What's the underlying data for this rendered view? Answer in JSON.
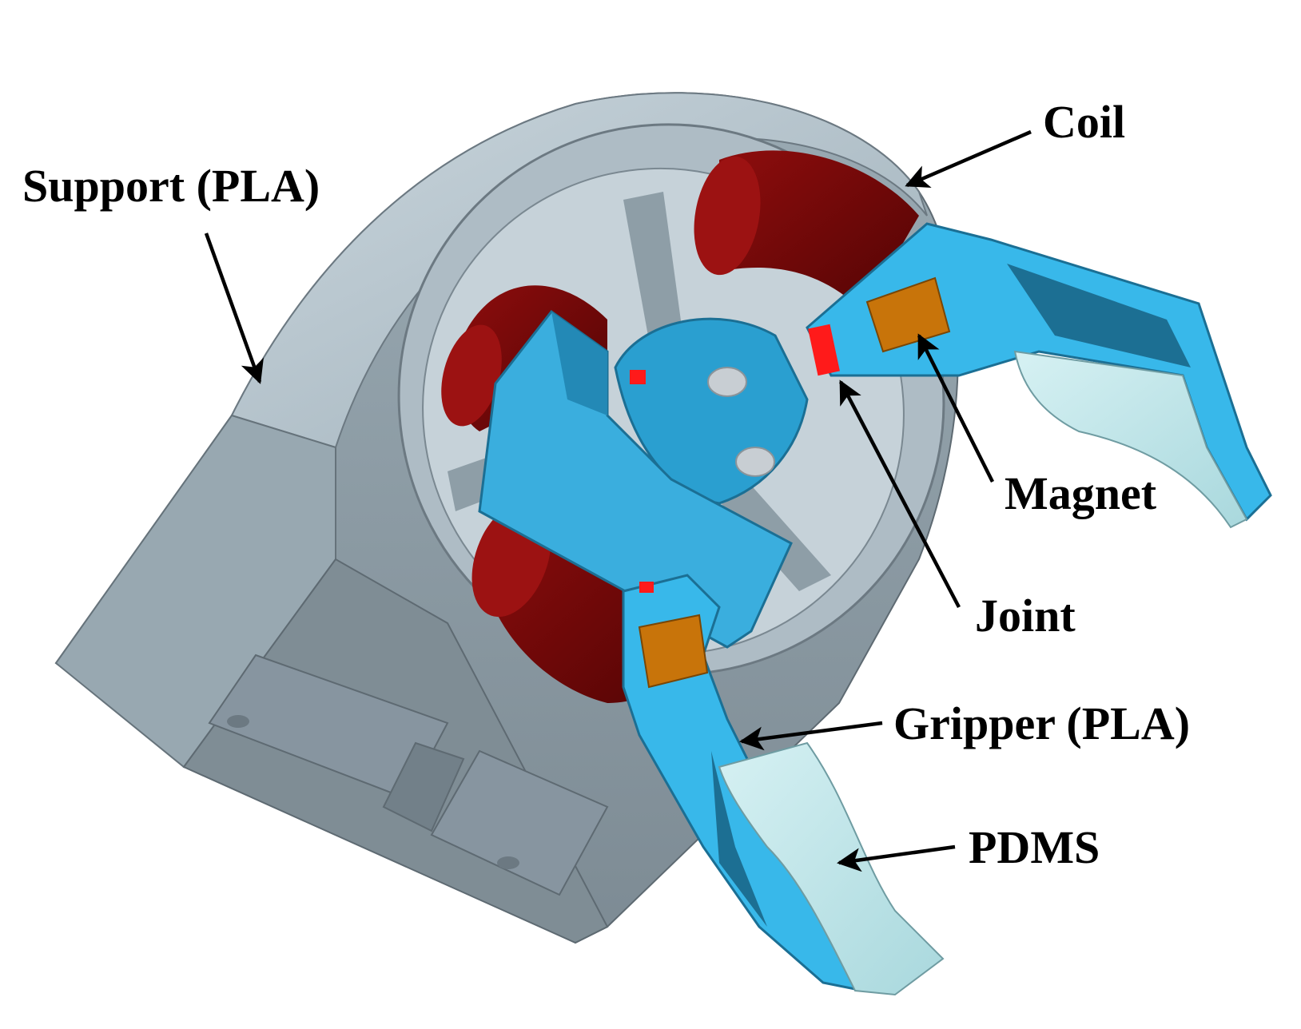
{
  "labels": {
    "support": "Support (PLA)",
    "coil": "Coil",
    "magnet": "Magnet",
    "joint": "Joint",
    "gripper": "Gripper (PLA)",
    "pdms": "PDMS"
  },
  "colors": {
    "support_light": "#b9c7cf",
    "support_mid": "#98a8b2",
    "support_dark": "#6f7c85",
    "coil": "#7a0a0a",
    "coil_dark": "#4d0303",
    "gripper": "#35b6e6",
    "gripper_dark": "#1f86b3",
    "magnet": "#c8740a",
    "joint": "#ff1a1a",
    "pdms": "#bfe6ea",
    "pdms_dark": "#86b7bd"
  }
}
